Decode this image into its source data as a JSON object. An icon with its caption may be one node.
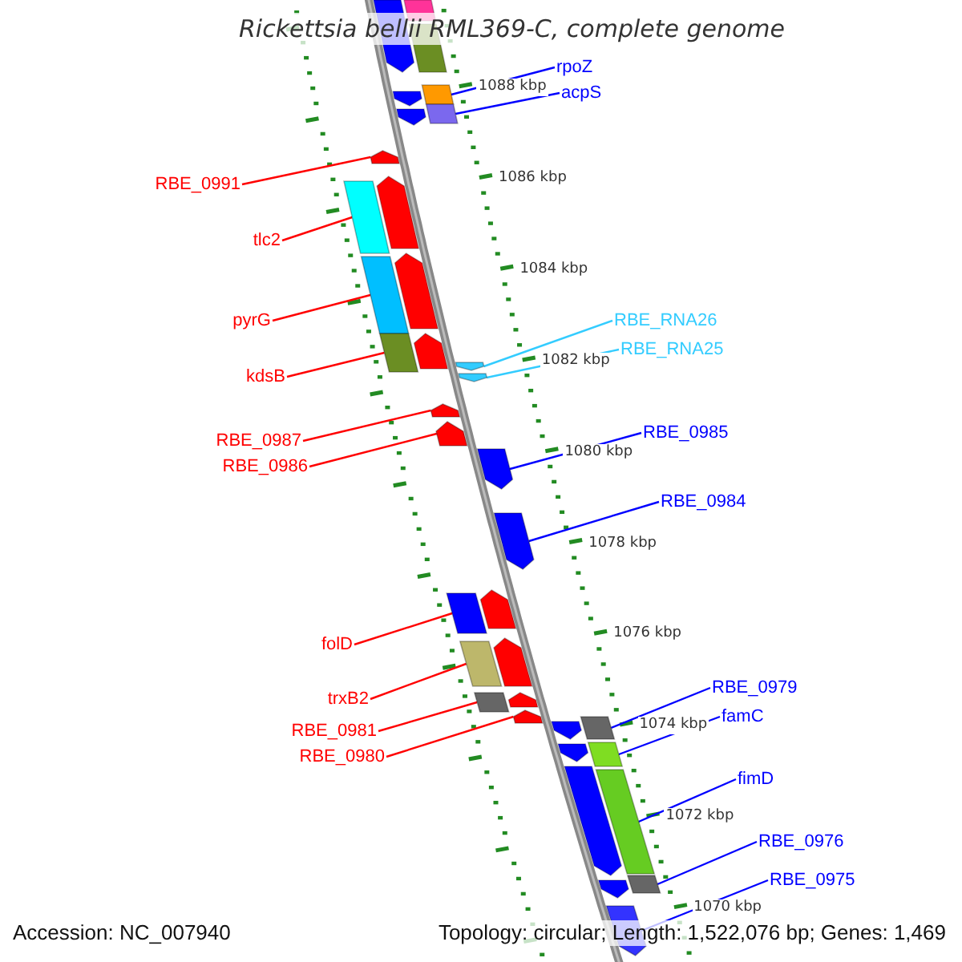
{
  "diagram": {
    "title": "Rickettsia bellii RML369-C, complete genome",
    "nodes": [
      {
        "text": [
          "rpoZ"
        ]
      },
      {
        "text": [
          "acpS"
        ]
      },
      {
        "text": [
          "RBE_0991"
        ]
      },
      {
        "text": [
          "tlc2"
        ]
      },
      {
        "text": [
          "RBE_RNA26"
        ]
      },
      {
        "text": [
          "pyrG"
        ]
      },
      {
        "text": [
          "RBE_RNA25"
        ]
      },
      {
        "text": [
          "kdsB"
        ]
      },
      {
        "text": [
          "RBE_0985"
        ]
      },
      {
        "text": [
          "RBE_0987"
        ]
      },
      {
        "text": [
          "RBE_0986"
        ]
      },
      {
        "text": [
          "RBE_0984"
        ]
      },
      {
        "text": [
          "folD"
        ]
      },
      {
        "text": [
          "RBE_0979"
        ]
      },
      {
        "text": [
          "trxB2"
        ]
      },
      {
        "text": [
          "famC"
        ]
      },
      {
        "text": [
          "RBE_0981"
        ]
      },
      {
        "text": [
          "RBE_0980"
        ]
      },
      {
        "text": [
          "fimD"
        ]
      },
      {
        "text": [
          "RBE_0976"
        ]
      },
      {
        "text": [
          "RBE_0975"
        ]
      },
      {
        "text": [],
        "shape": "bar"
      },
      {
        "text": [],
        "shape": "bar"
      },
      {
        "text": [],
        "shape": "bar"
      },
      {
        "text": [],
        "shape": "bar"
      },
      {
        "text": [],
        "shape": "bar"
      },
      {
        "text": [],
        "shape": "bar"
      },
      {
        "text": [],
        "shape": "bar"
      },
      {
        "text": [],
        "shape": "bar"
      },
      {
        "text": [],
        "shape": "bar"
      },
      {
        "text": [],
        "shape": "bar"
      },
      {
        "text": [],
        "shape": "bar"
      },
      {
        "text": [],
        "shape": "bar"
      },
      {
        "text": [],
        "shape": "bar"
      },
      {
        "text": [],
        "shape": "bar"
      },
      {
        "text": [],
        "shape": "bar"
      },
      {
        "text": [],
        "shape": "bar"
      },
      {
        "text": [],
        "shape": "bar"
      },
      {
        "text": [],
        "shape": "bar"
      },
      {
        "text": [],
        "shape": "bar"
      },
      {
        "text": [],
        "shape": "bar"
      },
      {
        "text": [],
        "shape": "bar"
      }
    ],
    "edges": [
      {
        "from": 0,
        "to": 21,
        "arrow": "none",
        "color": "#0000ff"
      },
      {
        "from": 1,
        "to": 22,
        "arrow": "none",
        "color": "#0000ff"
      },
      {
        "from": 2,
        "to": 23,
        "arrow": "none"
      },
      {
        "from": 3,
        "to": 24,
        "arrow": "none"
      },
      {
        "from": 4,
        "to": 27,
        "arrow": "none",
        "color": "#33ccff"
      },
      {
        "from": 5,
        "to": 25,
        "arrow": "none"
      },
      {
        "from": 6,
        "to": 28,
        "arrow": "none",
        "color": "#33ccff"
      },
      {
        "from": 7,
        "to": 26,
        "arrow": "none"
      },
      {
        "from": 8,
        "to": 31,
        "arrow": "none",
        "color": "#0000ff"
      },
      {
        "from": 9,
        "to": 29,
        "arrow": "none"
      },
      {
        "from": 10,
        "to": 30,
        "arrow": "none"
      },
      {
        "from": 11,
        "to": 32,
        "arrow": "none",
        "color": "#0000ff"
      },
      {
        "from": 12,
        "to": 33,
        "arrow": "none"
      },
      {
        "from": 13,
        "to": 37,
        "arrow": "none",
        "color": "#0000ff"
      },
      {
        "from": 14,
        "to": 34,
        "arrow": "none"
      },
      {
        "from": 15,
        "to": 38,
        "arrow": "none",
        "color": "#0000ff"
      },
      {
        "from": 16,
        "to": 35,
        "arrow": "none"
      },
      {
        "from": 17,
        "to": 36,
        "arrow": "none"
      },
      {
        "from": 18,
        "to": 39,
        "arrow": "none",
        "color": "#0000ff"
      },
      {
        "from": 19,
        "to": 40,
        "arrow": "none",
        "color": "#0000ff"
      },
      {
        "from": 20,
        "to": 41,
        "arrow": "none",
        "color": "#0000ff"
      }
    ],
    "labels": [
      "1088 kbp",
      "1086 kbp",
      "1084 kbp",
      "1082 kbp",
      "1080 kbp",
      "1078 kbp",
      "1076 kbp",
      "1074 kbp",
      "1072 kbp",
      "1070 kbp",
      "Accession: NC_007940",
      "Topology: circular; Length: 1,522,076 bp; Genes: 1,469"
    ]
  }
}
